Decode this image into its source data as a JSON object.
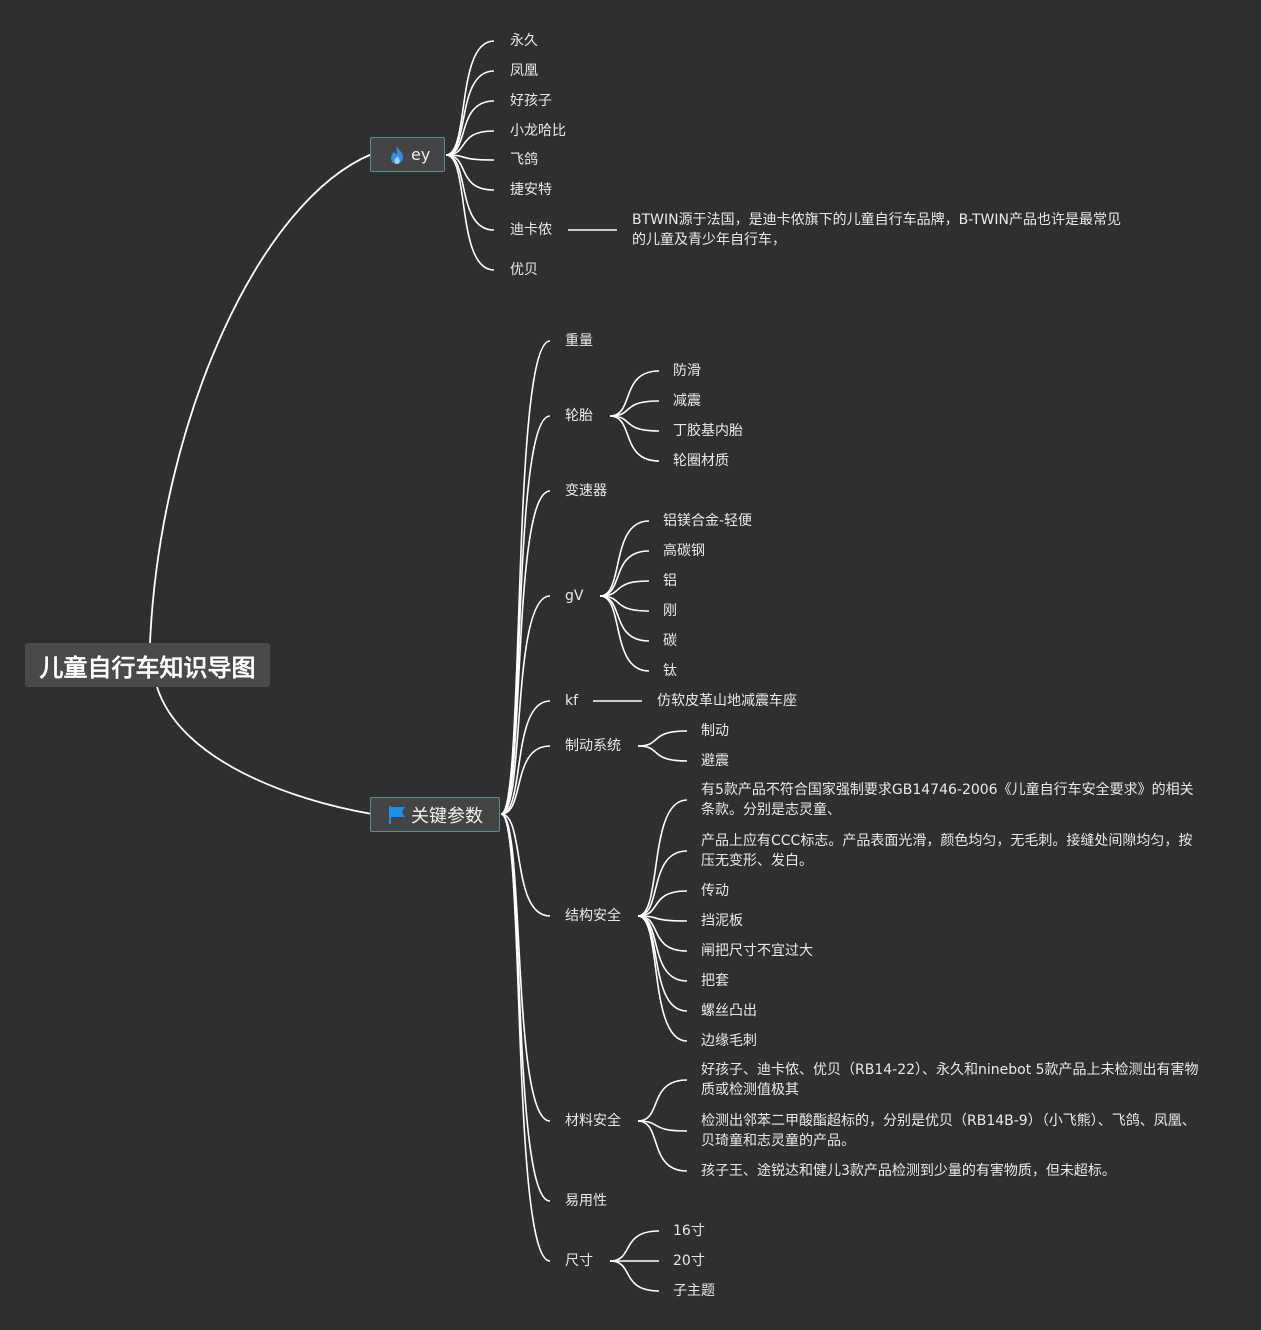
{
  "root": "儿童自行车知识导图",
  "topics": [
    {
      "label": "ey",
      "icon": "flame-icon",
      "children": [
        {
          "label": "永久"
        },
        {
          "label": "凤凰"
        },
        {
          "label": "好孩子"
        },
        {
          "label": "小龙哈比"
        },
        {
          "label": "飞鸽"
        },
        {
          "label": "捷安特"
        },
        {
          "label": "迪卡侬",
          "children": [
            {
              "label": "BTWIN源于法国，是迪卡侬旗下的儿童自行车品牌，B-TWIN产品也许是最常见的儿童及青少年自行车，"
            }
          ]
        },
        {
          "label": "优贝"
        }
      ]
    },
    {
      "label": "关键参数",
      "icon": "flag-icon",
      "children": [
        {
          "label": "重量"
        },
        {
          "label": "轮胎",
          "children": [
            {
              "label": "防滑"
            },
            {
              "label": "减震"
            },
            {
              "label": "丁胶基内胎"
            },
            {
              "label": "轮圈材质"
            }
          ]
        },
        {
          "label": "变速器"
        },
        {
          "label": "gV",
          "children": [
            {
              "label": "铝镁合金-轻便"
            },
            {
              "label": "高碳钢"
            },
            {
              "label": "铝"
            },
            {
              "label": "刚"
            },
            {
              "label": "碳"
            },
            {
              "label": "钛"
            }
          ]
        },
        {
          "label": "kf",
          "children": [
            {
              "label": "仿软皮革山地减震车座"
            }
          ]
        },
        {
          "label": "制动系统",
          "children": [
            {
              "label": "制动"
            },
            {
              "label": "避震"
            }
          ]
        },
        {
          "label": "结构安全",
          "children": [
            {
              "label": "有5款产品不符合国家强制要求GB14746-2006《儿童自行车安全要求》的相关条款。分别是志灵童、"
            },
            {
              "label": "产品上应有CCC标志。产品表面光滑，颜色均匀，无毛刺。接缝处间隙均匀，按压无变形、发白。"
            },
            {
              "label": "传动"
            },
            {
              "label": "挡泥板"
            },
            {
              "label": "闸把尺寸不宜过大"
            },
            {
              "label": "把套"
            },
            {
              "label": "螺丝凸出"
            },
            {
              "label": "边缘毛刺"
            }
          ]
        },
        {
          "label": "材料安全",
          "children": [
            {
              "label": "好孩子、迪卡侬、优贝（RB14-22）、永久和ninebot 5款产品上未检测出有害物质或检测值极其"
            },
            {
              "label": "检测出邻苯二甲酸酯超标的，分别是优贝（RB14B-9）（小飞熊）、飞鸽、凤凰、贝琦童和志灵童的产品。"
            },
            {
              "label": "孩子王、途锐达和健儿3款产品检测到少量的有害物质，但未超标。"
            }
          ]
        },
        {
          "label": "易用性"
        },
        {
          "label": "尺寸",
          "children": [
            {
              "label": "16寸"
            },
            {
              "label": "20寸"
            },
            {
              "label": "子主题"
            }
          ]
        }
      ]
    }
  ],
  "colors": {
    "background": "#2f2f2f",
    "line": "#ffffff",
    "text": "#eaeaea",
    "flame": "#2f8fe0",
    "flag": "#1f8ee8"
  }
}
